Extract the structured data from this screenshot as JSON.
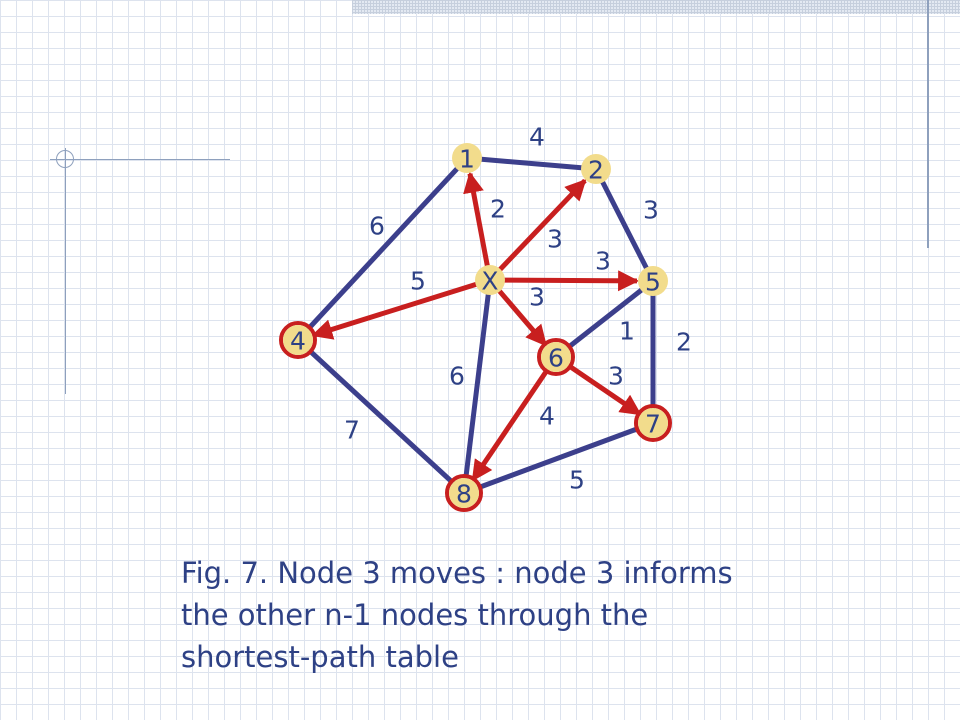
{
  "diagram": {
    "nodes": [
      {
        "id": "1",
        "label": "1",
        "style": "plain"
      },
      {
        "id": "2",
        "label": "2",
        "style": "plain"
      },
      {
        "id": "X",
        "label": "X",
        "style": "plain"
      },
      {
        "id": "5",
        "label": "5",
        "style": "plain"
      },
      {
        "id": "4",
        "label": "4",
        "style": "ring"
      },
      {
        "id": "6",
        "label": "6",
        "style": "ring"
      },
      {
        "id": "7",
        "label": "7",
        "style": "ring"
      },
      {
        "id": "8",
        "label": "8",
        "style": "ring"
      }
    ],
    "edges": [
      {
        "from": "1",
        "to": "2",
        "weight": "4",
        "kind": "link"
      },
      {
        "from": "1",
        "to": "4",
        "weight": "6",
        "kind": "link"
      },
      {
        "from": "2",
        "to": "5",
        "weight": "3",
        "kind": "link"
      },
      {
        "from": "5",
        "to": "6",
        "weight": "1",
        "kind": "link"
      },
      {
        "from": "5",
        "to": "7",
        "weight": "2",
        "kind": "link"
      },
      {
        "from": "4",
        "to": "8",
        "weight": "7",
        "kind": "link"
      },
      {
        "from": "X",
        "to": "8",
        "weight": "6",
        "kind": "link"
      },
      {
        "from": "8",
        "to": "7",
        "weight": "5",
        "kind": "link"
      },
      {
        "from": "X",
        "to": "1",
        "weight": "2",
        "kind": "path"
      },
      {
        "from": "X",
        "to": "2",
        "weight": "3",
        "kind": "path"
      },
      {
        "from": "X",
        "to": "5",
        "weight": "3",
        "kind": "path"
      },
      {
        "from": "X",
        "to": "4",
        "weight": "5",
        "kind": "path"
      },
      {
        "from": "X",
        "to": "6",
        "weight": "3",
        "kind": "path"
      },
      {
        "from": "6",
        "to": "7",
        "weight": "3",
        "kind": "path"
      },
      {
        "from": "6",
        "to": "8",
        "weight": "4",
        "kind": "path"
      }
    ]
  },
  "colors": {
    "link": "#3c3f8c",
    "path": "#c81f1f",
    "node_fill": "#f2dc8c",
    "node_text": "#2e4185",
    "label_text": "#2e4185",
    "ring": "#c81f1f"
  },
  "caption": {
    "line1": "Fig. 7. Node 3 moves : node 3 informs",
    "line2": "the other n-1 nodes through the",
    "line3": "shortest-path table"
  }
}
